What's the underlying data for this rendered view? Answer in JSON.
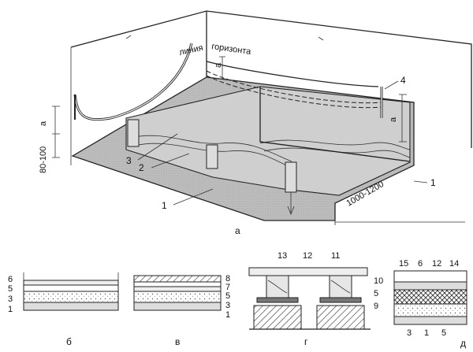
{
  "main_view": {
    "text_line": "линия",
    "text_horizon": "горизонта",
    "dim_height": "80-100",
    "dim_span": "1000-1200",
    "dim_a_left": "a",
    "dim_a_right": "a",
    "dim_a_top": "a",
    "callouts": [
      "4",
      "3",
      "2",
      "1",
      "1"
    ],
    "caption": "а"
  },
  "section_b": {
    "labels": [
      "6",
      "5",
      "3",
      "1"
    ],
    "caption": "б"
  },
  "section_v": {
    "labels": [
      "8",
      "7",
      "5",
      "3",
      "1"
    ],
    "caption": "в"
  },
  "section_g": {
    "labels_top": [
      "13",
      "12",
      "11"
    ],
    "labels_right": [
      "10",
      "5",
      "9"
    ],
    "caption": "г"
  },
  "section_d": {
    "labels_top": [
      "15",
      "6",
      "12",
      "14"
    ],
    "labels_bottom": [
      "3",
      "1",
      "5"
    ],
    "caption": "д"
  }
}
